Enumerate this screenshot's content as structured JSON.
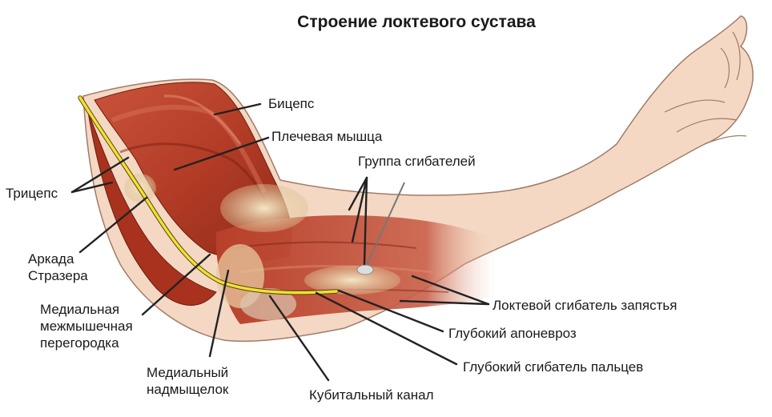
{
  "title": "Строение локтевого сустава",
  "labels": {
    "biceps": "Бицепс",
    "brachialis": "Плечевая мышца",
    "flexor_group": "Группа сгибателей",
    "triceps": "Трицепс",
    "arcade_line1": "Аркада",
    "arcade_line2": "Стразера",
    "septum_line1": "Медиальная",
    "septum_line2": "межмышечная",
    "septum_line3": "перегородка",
    "epicondyle_line1": "Медиальный",
    "epicondyle_line2": "надмыщелок",
    "cubital_canal": "Кубитальный канал",
    "fcu": "Локтевой сгибатель запястья",
    "deep_aponeurosis": "Глубокий апоневроз",
    "fdp": "Глубокий сгибатель пальцев"
  },
  "colors": {
    "muscle": "#b8402a",
    "muscle_dark": "#7f2416",
    "muscle_light": "#d86a4c",
    "skin": "#f4d8c4",
    "skin_line": "#b89580",
    "tendon": "#e8d4aa",
    "nerve": "#f0e030",
    "leader": "#222222"
  }
}
